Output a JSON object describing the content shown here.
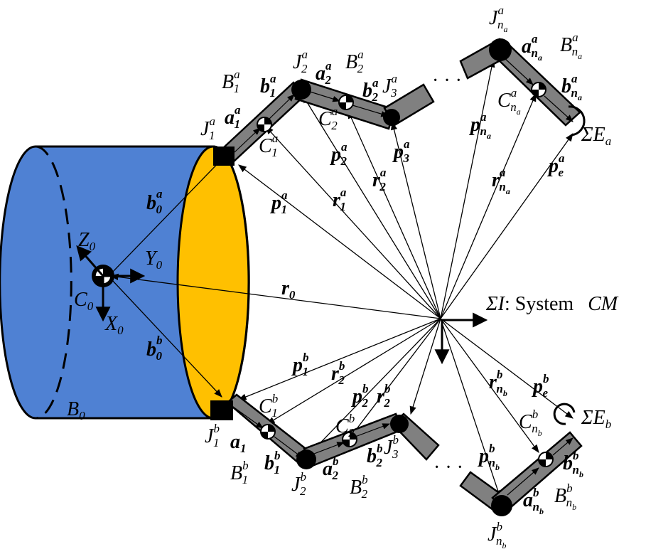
{
  "system": {
    "frame_symbol": "ΣI",
    "frame_text": ": System",
    "cm_label": "CM"
  },
  "base": {
    "body_label": "B",
    "body_sub": "0",
    "centroid_label": "C",
    "centroid_sub": "0",
    "axis_x": "X",
    "axis_y": "Y",
    "axis_z": "Z",
    "axis_sub": "0",
    "r0_label": "r",
    "r0_sub": "0",
    "b0a_label": "b",
    "b0a_sub": "0",
    "b0a_sup": "a",
    "b0b_label": "b",
    "b0b_sub": "0",
    "b0b_sup": "b",
    "colors": {
      "cylinder": "#4f81d3",
      "end_face": "#ffc000",
      "link": "#808080"
    }
  },
  "arm_a": {
    "sup": "a",
    "joints": [
      {
        "base": "J",
        "sub": "1"
      },
      {
        "base": "J",
        "sub": "2"
      },
      {
        "base": "J",
        "sub": "3"
      },
      {
        "base": "J",
        "sub": "n",
        "subsub": "a"
      }
    ],
    "bodies": [
      {
        "base": "B",
        "sub": "1"
      },
      {
        "base": "B",
        "sub": "2"
      },
      {
        "base": "B",
        "sub": "n",
        "subsub": "a"
      }
    ],
    "centroids": [
      {
        "base": "C",
        "sub": "1"
      },
      {
        "base": "C",
        "sub": "2"
      },
      {
        "base": "C",
        "sub": "n",
        "subsub": "a"
      }
    ],
    "a_vectors": [
      {
        "base": "a",
        "sub": "1"
      },
      {
        "base": "a",
        "sub": "2"
      },
      {
        "base": "a",
        "sub": "n",
        "subsub": "a"
      }
    ],
    "b_vectors": [
      {
        "base": "b",
        "sub": "1"
      },
      {
        "base": "b",
        "sub": "2"
      },
      {
        "base": "b",
        "sub": "n",
        "subsub": "a"
      }
    ],
    "p_vectors": [
      {
        "base": "p",
        "sub": "1"
      },
      {
        "base": "p",
        "sub": "2"
      },
      {
        "base": "p",
        "sub": "3"
      },
      {
        "base": "p",
        "sub": "n",
        "subsub": "a"
      },
      {
        "base": "p",
        "sub": "e"
      }
    ],
    "r_vectors": [
      {
        "base": "r",
        "sub": "1"
      },
      {
        "base": "r",
        "sub": "2"
      },
      {
        "base": "r",
        "sub": "n",
        "subsub": "a"
      }
    ],
    "end_effector": {
      "base": "ΣE",
      "sub": "a"
    }
  },
  "arm_b": {
    "sup": "b",
    "joints": [
      {
        "base": "J",
        "sub": "1"
      },
      {
        "base": "J",
        "sub": "2"
      },
      {
        "base": "J",
        "sub": "3"
      },
      {
        "base": "J",
        "sub": "n",
        "subsub": "b"
      }
    ],
    "bodies": [
      {
        "base": "B",
        "sub": "1"
      },
      {
        "base": "B",
        "sub": "2"
      },
      {
        "base": "B",
        "sub": "n",
        "subsub": "b"
      }
    ],
    "centroids": [
      {
        "base": "C",
        "sub": "1"
      },
      {
        "base": "C",
        "sub": "2"
      },
      {
        "base": "C",
        "sub": "n",
        "subsub": "b"
      }
    ],
    "a_vectors": [
      {
        "base": "a",
        "sub": "1"
      },
      {
        "base": "a",
        "sub": "2"
      },
      {
        "base": "a",
        "sub": "n",
        "subsub": "b"
      }
    ],
    "b_vectors": [
      {
        "base": "b",
        "sub": "1"
      },
      {
        "base": "b",
        "sub": "2"
      },
      {
        "base": "b",
        "sub": "n",
        "subsub": "b"
      }
    ],
    "p_vectors": [
      {
        "base": "p",
        "sub": "1"
      },
      {
        "base": "p",
        "sub": "2"
      },
      {
        "base": "p",
        "sub": "n",
        "subsub": "b"
      },
      {
        "base": "p",
        "sub": "e"
      }
    ],
    "r_vectors": [
      {
        "base": "r",
        "sub": "2"
      },
      {
        "base": "r",
        "sub": "2"
      },
      {
        "base": "r",
        "sub": "n",
        "subsub": "b"
      }
    ],
    "end_effector": {
      "base": "ΣE",
      "sub": "b"
    }
  },
  "ellipsis": "· · ·"
}
